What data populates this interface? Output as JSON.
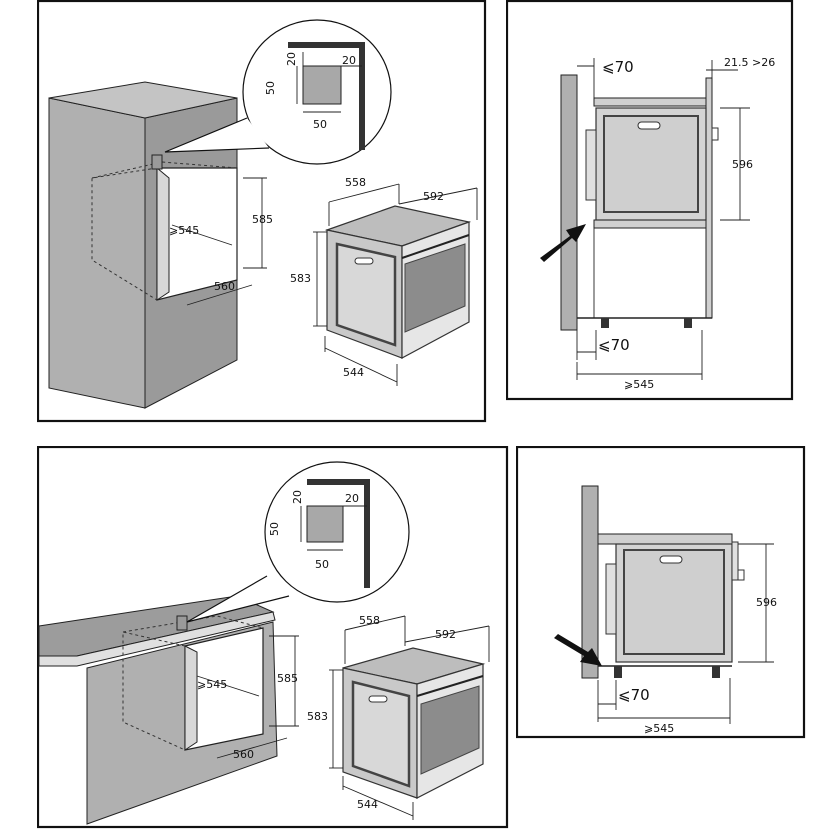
{
  "panels": {
    "top_left": {
      "inset": {
        "dim_top": "20",
        "dim_right": "20",
        "dim_side": "50",
        "dim_bottom": "50"
      },
      "niche": {
        "depth_min": "⩾545",
        "height": "585",
        "width": "560"
      },
      "oven": {
        "depth_body": "558",
        "width_front": "592",
        "height": "583",
        "width_body": "544"
      }
    },
    "top_right": {
      "gap_top": "⩽70",
      "offset_right": "21.5 >26",
      "height": "596",
      "gap_bottom": "⩽70",
      "depth_min": "⩾545"
    },
    "bottom_left": {
      "inset": {
        "dim_top": "20",
        "dim_right": "20",
        "dim_side": "50",
        "dim_bottom": "50"
      },
      "niche": {
        "depth_min": "⩾545",
        "height": "585",
        "width": "560"
      },
      "oven": {
        "depth_body": "558",
        "width_front": "592",
        "height": "583",
        "width_body": "544"
      }
    },
    "bottom_right": {
      "height": "596",
      "gap_bottom": "⩽70",
      "depth_min": "⩾545"
    }
  }
}
